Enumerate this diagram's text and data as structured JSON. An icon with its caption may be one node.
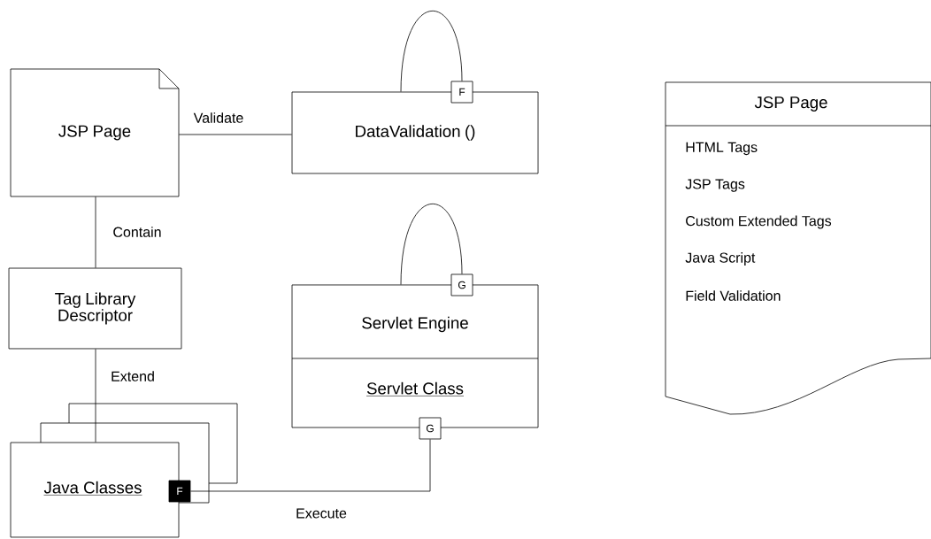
{
  "diagram": {
    "nodes": [
      {
        "text": [
          "JSP Page"
        ]
      },
      {
        "text": [
          "DataValidation ()"
        ]
      },
      {
        "text": [
          "F"
        ]
      },
      {
        "text": [
          "Tag Library Descriptor"
        ]
      },
      {
        "text": [
          "Servlet Engine",
          "Servlet Class"
        ]
      },
      {
        "text": [
          "G"
        ]
      },
      {
        "text": [
          "G"
        ]
      },
      {
        "text": [
          "Java Classes"
        ]
      },
      {
        "text": [
          "F"
        ]
      },
      {
        "text": [
          "JSP Page",
          "HTML Tags",
          "JSP Tags",
          "Custom Extended Tags",
          "Java Script",
          "Field Validation"
        ]
      }
    ],
    "edges": [
      {
        "from": 0,
        "to": 1,
        "arrow": "none",
        "label": "Validate"
      },
      {
        "from": 1,
        "to": 2,
        "arrow": "none"
      },
      {
        "from": 0,
        "to": 3,
        "arrow": "none",
        "label": "Contain"
      },
      {
        "from": 3,
        "to": 7,
        "arrow": "none",
        "label": "Extend"
      },
      {
        "from": 4,
        "to": 5,
        "arrow": "none"
      },
      {
        "from": 8,
        "to": 6,
        "arrow": "none",
        "label": "Execute"
      }
    ]
  }
}
